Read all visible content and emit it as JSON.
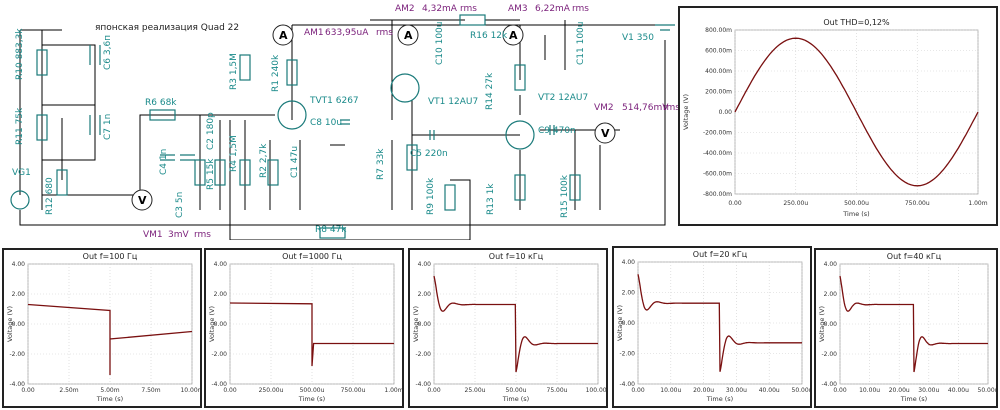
{
  "schematic": {
    "title": "японская реализация Quad 22",
    "labels": {
      "r10": "R10 883,3k",
      "c6": "C6 3,6п",
      "r11": "R11 75k",
      "c7": "C7 1n",
      "r12": "R12 680",
      "vg1": "VG1",
      "r6": "R6 68k",
      "c4": "C4 1n",
      "c3": "C3 5n",
      "r5": "R5 15k",
      "c2": "C2 180p",
      "r4": "R4 1,5M",
      "r3": "R3 1,5M",
      "r2": "R2 2,7k",
      "c1": "C1 47u",
      "r1": "R1 240k",
      "tvt1": "TVT1 6267",
      "c8": "C8 10u",
      "r7": "R7 33k",
      "vt1": "VT1 12AU7",
      "c10": "C10 100u",
      "r16": "R16 12k",
      "c5": "C5 220n",
      "r9": "R9 100k",
      "r13": "R13 1k",
      "r14": "R14 27k",
      "vt2": "VT2 12AU7",
      "c9": "C9 470n",
      "c11": "C11 100u",
      "r15": "R15 100k",
      "r8": "R8 47k",
      "v1": "V1 350"
    },
    "meters": {
      "am1": "AM1",
      "am1_val": "633,95uA",
      "am1_unit": "rms",
      "am2": "AM2",
      "am2_val": "4,32mA",
      "am2_unit": "rms",
      "am3": "AM3",
      "am3_val": "6,22mA",
      "am3_unit": "rms",
      "vm1": "VM1",
      "vm1_val": "3mV",
      "vm1_unit": "rms",
      "vm2": "VM2",
      "vm2_val": "514,76mV",
      "vm2_unit": "rms"
    },
    "colors": {
      "component": "#1a8a8a",
      "meter": "#7a1f7a",
      "trace": "#7a1010"
    }
  },
  "chart_data": [
    {
      "type": "line",
      "title": "Out     THD=0,12%",
      "ylabel": "Voltage (V)",
      "xlabel": "Time (s)",
      "x_ticks": [
        "0.00",
        "250.00u",
        "500.00u",
        "750.00u",
        "1.00m"
      ],
      "y_ticks": [
        "800.00m",
        "600.00m",
        "400.00m",
        "200.00m",
        "0.00",
        "-200.00m",
        "-400.00m",
        "-600.00m",
        "-800.00m"
      ],
      "xlim": [
        0,
        0.001
      ],
      "ylim": [
        -0.8,
        0.8
      ],
      "series": [
        {
          "x": [
            0,
            6.25e-05,
            0.000125,
            0.0001875,
            0.00025,
            0.0003125,
            0.000375,
            0.0004375,
            0.0005,
            0.0005625,
            0.000625,
            0.0006875,
            0.00075,
            0.0008125,
            0.000875,
            0.0009375,
            0.001
          ],
          "y": [
            0,
            0.28,
            0.51,
            0.67,
            0.72,
            0.67,
            0.51,
            0.28,
            0,
            -0.28,
            -0.51,
            -0.67,
            -0.72,
            -0.67,
            -0.51,
            -0.28,
            0
          ]
        }
      ]
    },
    {
      "type": "line",
      "title": "Out     f=100 Гц",
      "ylabel": "Voltage (V)",
      "xlabel": "Time (s)",
      "x_ticks": [
        "0.00",
        "2.50m",
        "5.00m",
        "7.50m",
        "10.00m"
      ],
      "y_ticks": [
        "4.00",
        "2.00",
        "0.00",
        "-2.00",
        "-4.00"
      ],
      "xlim": [
        0,
        0.01
      ],
      "ylim": [
        -4,
        4
      ],
      "series": [
        {
          "x": [
            0,
            0.005,
            0.005,
            0.005,
            0.01
          ],
          "y": [
            1.3,
            0.9,
            -3.4,
            -1.0,
            -0.5
          ]
        }
      ]
    },
    {
      "type": "line",
      "title": "Out     f=1000 Гц",
      "ylabel": "Voltage (V)",
      "xlabel": "Time (s)",
      "x_ticks": [
        "0.00",
        "250.00u",
        "500.00u",
        "750.00u",
        "1.00m"
      ],
      "y_ticks": [
        "4.00",
        "2.00",
        "0.00",
        "-2.00",
        "-4.00"
      ],
      "xlim": [
        0,
        0.001
      ],
      "ylim": [
        -4,
        4
      ],
      "series": [
        {
          "x": [
            0,
            0.0005,
            0.0005,
            0.00051,
            0.001
          ],
          "y": [
            1.4,
            1.35,
            -2.8,
            -1.3,
            -1.3
          ]
        }
      ]
    },
    {
      "type": "line",
      "title": "Out     f=10 кГц",
      "ylabel": "Voltage (V)",
      "xlabel": "Time (s)",
      "x_ticks": [
        "0.00",
        "25.00u",
        "50.00u",
        "75.00u",
        "100.00u"
      ],
      "y_ticks": [
        "4.00",
        "2.00",
        "0.00",
        "-2.00",
        "-4.00"
      ],
      "xlim": [
        0,
        0.0001
      ],
      "ylim": [
        -4,
        4
      ],
      "series": [
        {
          "kind": "step",
          "base": 1.3,
          "overshoot": 3.2,
          "ring": 1.5
        }
      ]
    },
    {
      "type": "line",
      "title": "Out     f=20 кГц",
      "ylabel": "Voltage (V)",
      "xlabel": "Time (s)",
      "x_ticks": [
        "0.00",
        "10.00u",
        "20.00u",
        "30.00u",
        "40.00u",
        "50.00u"
      ],
      "y_ticks": [
        "4.00",
        "2.00",
        "0.00",
        "-2.00",
        "-4.00"
      ],
      "xlim": [
        0,
        5e-05
      ],
      "ylim": [
        -4,
        4
      ],
      "series": [
        {
          "kind": "step",
          "base": 1.3,
          "overshoot": 3.2,
          "ring": 1.5
        }
      ]
    },
    {
      "type": "line",
      "title": "Out     f=40 кГц",
      "ylabel": "Voltage (V)",
      "xlabel": "Time (s)",
      "x_ticks": [
        "0.00",
        "10.00u",
        "20.00u",
        "30.00u",
        "40.00u",
        "50.00u"
      ],
      "y_ticks": [
        "4.00",
        "2.00",
        "0.00",
        "-2.00",
        "-4.00"
      ],
      "xlim": [
        0,
        5e-05
      ],
      "ylim": [
        -4,
        4
      ],
      "series": [
        {
          "kind": "step",
          "base": 1.3,
          "overshoot": 3.2,
          "ring": 1.5
        }
      ]
    }
  ]
}
